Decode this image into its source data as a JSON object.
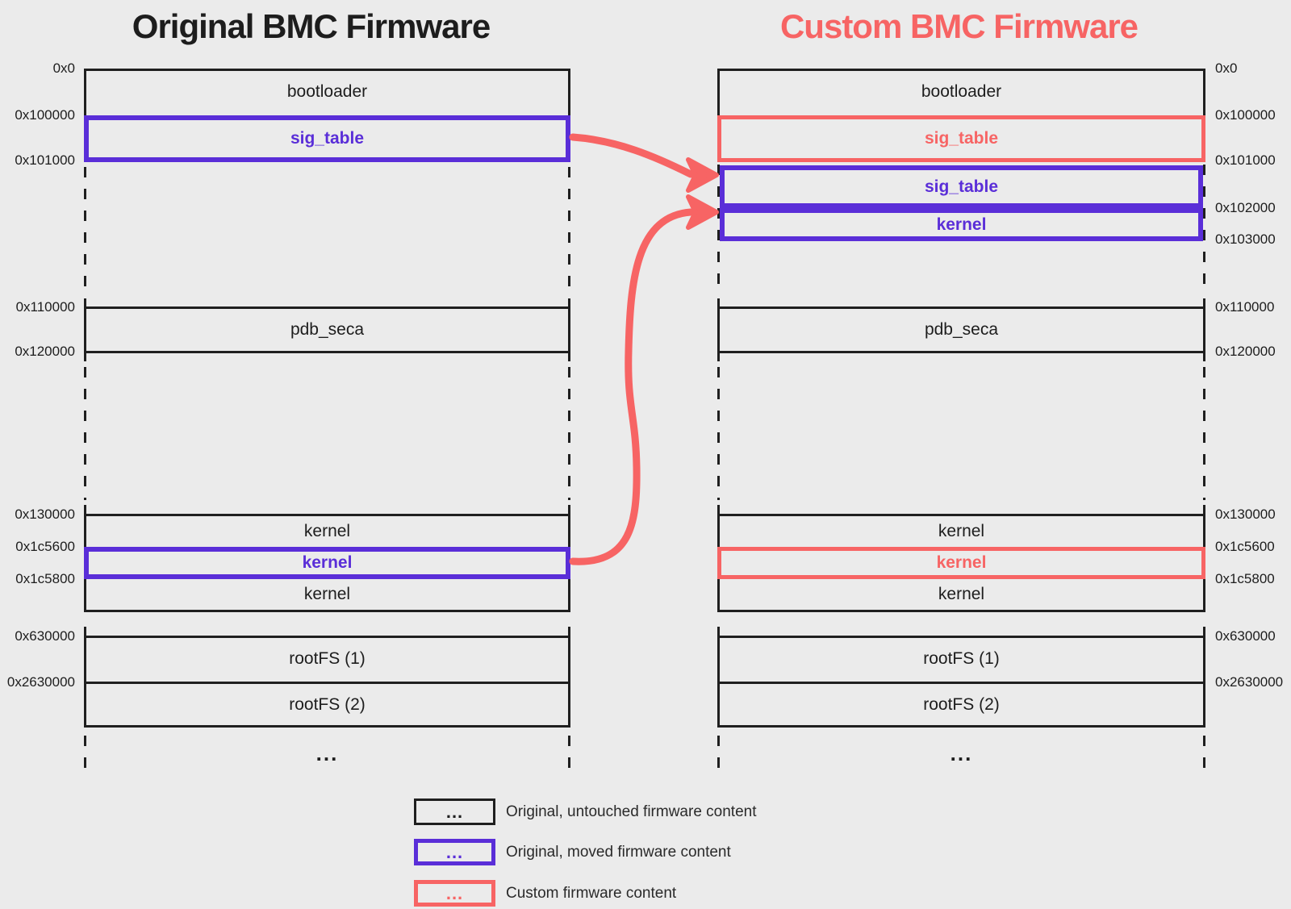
{
  "colors": {
    "background": "#EBEBEB",
    "line_black": "#1F1F1F",
    "purple_moved": "#5A2ED8",
    "coral_custom": "#F76464"
  },
  "left": {
    "title": "Original BMC Firmware",
    "addresses": [
      "0x0",
      "0x100000",
      "0x101000",
      "0x110000",
      "0x120000",
      "0x130000",
      "0x1c5600",
      "0x1c5800",
      "0x630000",
      "0x2630000"
    ],
    "segments": {
      "bootloader": "bootloader",
      "sig_table_moved": "sig_table",
      "pdb_seca": "pdb_seca",
      "kernel_top": "kernel",
      "kernel_moved": "kernel",
      "kernel_bottom": "kernel",
      "rootfs1": "rootFS (1)",
      "rootfs2": "rootFS (2)"
    },
    "ellipsis": "..."
  },
  "right": {
    "title": "Custom BMC Firmware",
    "addresses": [
      "0x0",
      "0x100000",
      "0x101000",
      "0x102000",
      "0x103000",
      "0x110000",
      "0x120000",
      "0x130000",
      "0x1c5600",
      "0x1c5800",
      "0x630000",
      "0x2630000"
    ],
    "segments": {
      "bootloader": "bootloader",
      "sig_table_custom": "sig_table",
      "sig_table_moved": "sig_table",
      "kernel_moved": "kernel",
      "pdb_seca": "pdb_seca",
      "kernel_top": "kernel",
      "kernel_custom": "kernel",
      "kernel_bottom": "kernel",
      "rootfs1": "rootFS (1)",
      "rootfs2": "rootFS (2)"
    },
    "ellipsis": "..."
  },
  "legend": {
    "items": [
      {
        "dots": "...",
        "label": "Original, untouched firmware content",
        "type": "original-untouched"
      },
      {
        "dots": "...",
        "label": "Original, moved firmware content",
        "type": "original-moved"
      },
      {
        "dots": "...",
        "label": "Custom firmware content",
        "type": "custom"
      }
    ]
  }
}
